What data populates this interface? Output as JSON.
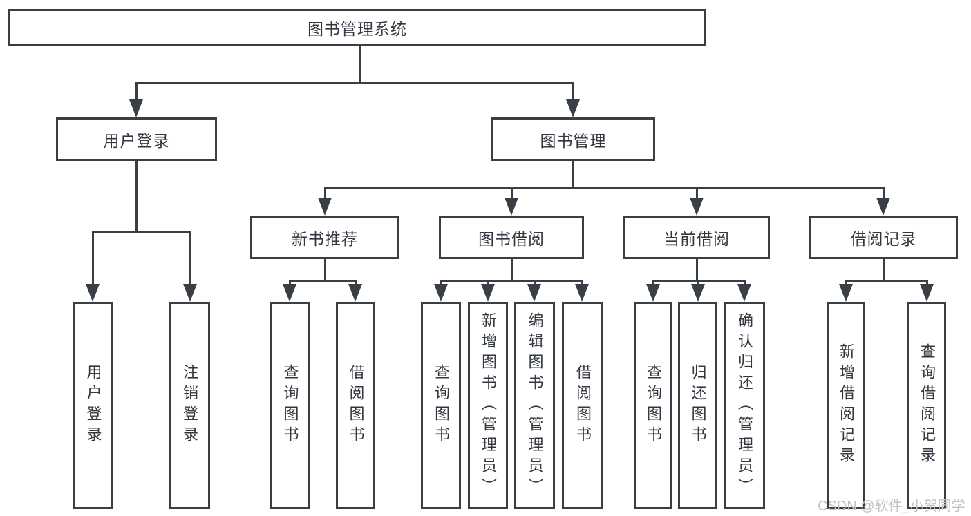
{
  "diagram": {
    "type": "hierarchy-tree",
    "tree": {
      "label": "图书管理系统",
      "children": [
        {
          "label": "用户登录",
          "children": [
            {
              "label": "用户登录"
            },
            {
              "label": "注销登录"
            }
          ]
        },
        {
          "label": "图书管理",
          "children": [
            {
              "label": "新书推荐",
              "children": [
                {
                  "label": "查询图书"
                },
                {
                  "label": "借阅图书"
                }
              ]
            },
            {
              "label": "图书借阅",
              "children": [
                {
                  "label": "查询图书"
                },
                {
                  "label": "新增图书（管理员）"
                },
                {
                  "label": "编辑图书（管理员）"
                },
                {
                  "label": "借阅图书"
                }
              ]
            },
            {
              "label": "当前借阅",
              "children": [
                {
                  "label": "查询图书"
                },
                {
                  "label": "归还图书"
                },
                {
                  "label": "确认归还（管理员）"
                }
              ]
            },
            {
              "label": "借阅记录",
              "children": [
                {
                  "label": "新增借阅记录"
                },
                {
                  "label": "查询借阅记录"
                }
              ]
            }
          ]
        }
      ]
    }
  },
  "watermark": {
    "text": "CSDN @软件_小贺同学"
  },
  "colors": {
    "line": "#3a3f45",
    "ink": "#333840",
    "wm": "#c2c2c2",
    "bg": "#ffffff"
  }
}
